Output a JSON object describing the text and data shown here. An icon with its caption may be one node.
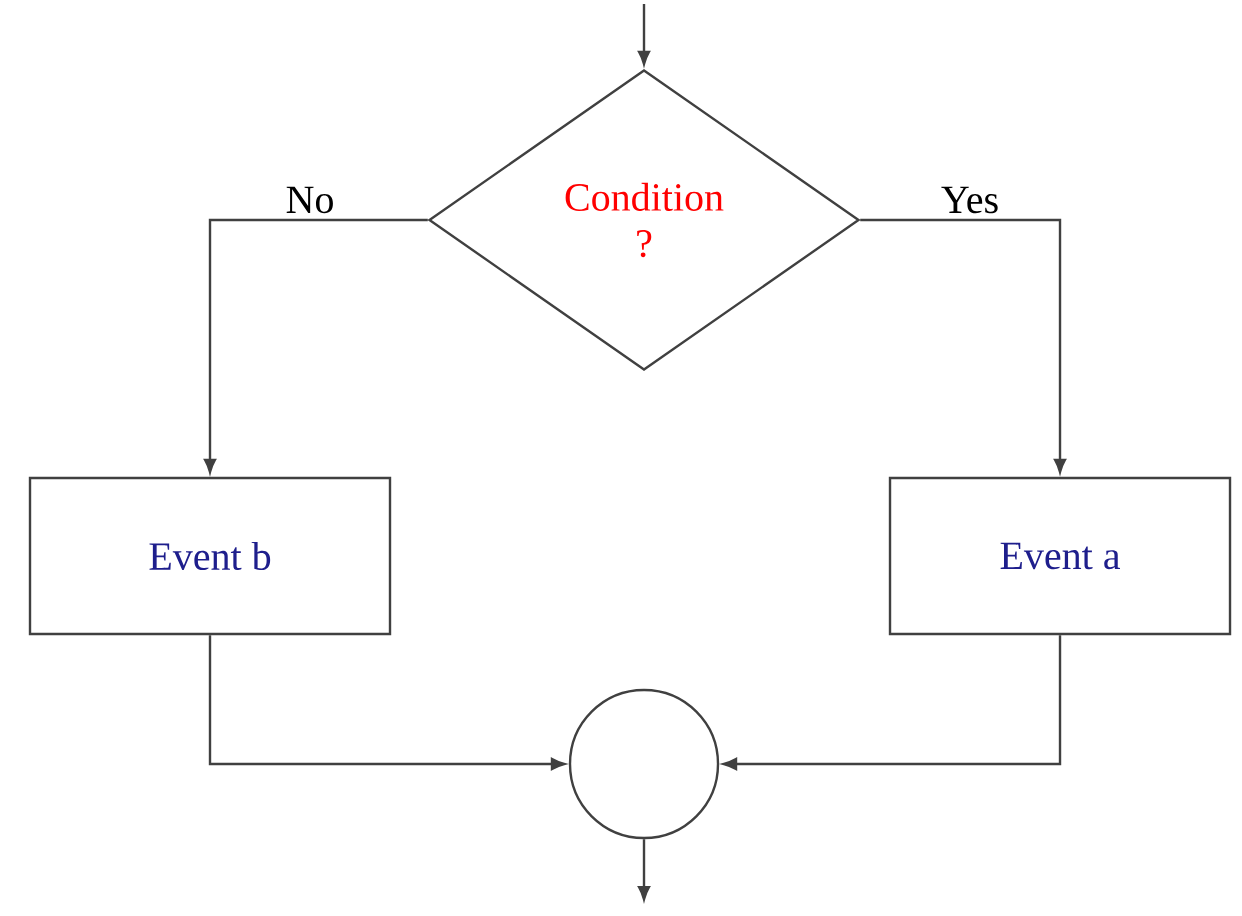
{
  "diagram": {
    "nodes": [
      {
        "text": [
          "Condition ?"
        ]
      },
      {
        "text": [
          "Event b"
        ]
      },
      {
        "text": [
          "Event a"
        ]
      },
      {
        "text": [],
        "shape": "circle"
      }
    ],
    "edges": [
      {
        "from": null,
        "to": 0,
        "arrow": "to"
      },
      {
        "from": 0,
        "to": 1,
        "arrow": "to",
        "label": "No"
      },
      {
        "from": 0,
        "to": 2,
        "arrow": "to",
        "label": "Yes"
      },
      {
        "from": 1,
        "to": 3,
        "arrow": "to"
      },
      {
        "from": 2,
        "to": 3,
        "arrow": "to"
      },
      {
        "from": 3,
        "to": null,
        "arrow": "to"
      }
    ]
  }
}
